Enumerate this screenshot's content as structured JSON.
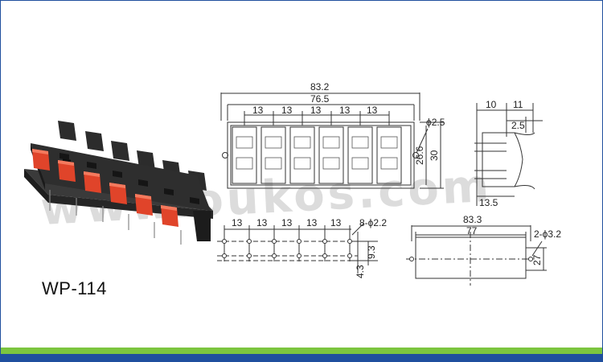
{
  "model_label": "WP-114",
  "watermark": "www.oukos.com",
  "front_view": {
    "overall_width": "83.2",
    "inner_width": "76.5",
    "pitch_labels": [
      "13",
      "13",
      "13",
      "13",
      "13"
    ],
    "hole_diameter": "ϕ2.5",
    "height_inner": "26.6",
    "height_outer": "30"
  },
  "side_view": {
    "dim_a": "10",
    "dim_b": "11",
    "dim_c": "2.5",
    "base_depth": "13.5"
  },
  "pcb_layout": {
    "pitch_labels": [
      "13",
      "13",
      "13",
      "13",
      "13"
    ],
    "holes_label": "8-ϕ2.2",
    "row_spacing": "9.3",
    "offset": "4.3"
  },
  "panel_cutout": {
    "overall_width": "83.3",
    "inner_width": "77",
    "holes_label": "2-ϕ3.2",
    "height": "27"
  },
  "colors": {
    "border_blue": "#1f4f9e",
    "border_green": "#7cc53f",
    "line": "#333333",
    "housing": "#2b2b2b",
    "button": "#e0442a"
  }
}
